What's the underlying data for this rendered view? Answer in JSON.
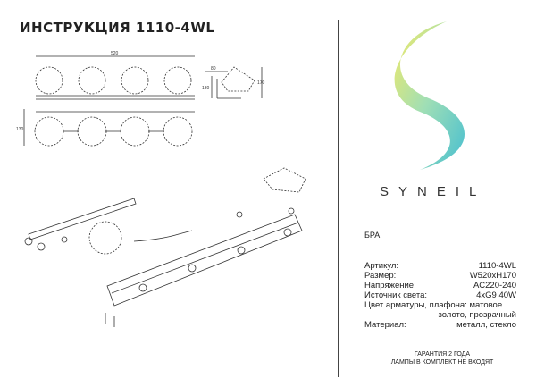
{
  "title": "ИНСТРУКЦИЯ 1110-4WL",
  "brand": "SYNEIL",
  "product_type": "БРА",
  "dimensions": {
    "width": "520",
    "depth": "80",
    "height_side": "130",
    "height_total": "170",
    "height_front": "130"
  },
  "specs": [
    {
      "label": "Артикул:",
      "value": "1110-4WL"
    },
    {
      "label": "Размер:",
      "value": "W520xH170"
    },
    {
      "label": "Напряжение:",
      "value": "AC220-240"
    },
    {
      "label": "Источник света:",
      "value": "4xG9 40W"
    }
  ],
  "color_line1": "Цвет арматуры, плафона: матовое",
  "color_line2": "золото, прозрачный",
  "material": {
    "label": "Материал:",
    "value": "металл, стекло"
  },
  "warranty": "ГАРАНТИЯ 2 ГОДА",
  "lamps_note": "ЛАМПЫ В КОМПЛЕКТ НЕ ВХОДЯТ",
  "colors": {
    "logo_start": "#f2e64a",
    "logo_mid": "#8fd9a8",
    "logo_end": "#26b3c9"
  }
}
